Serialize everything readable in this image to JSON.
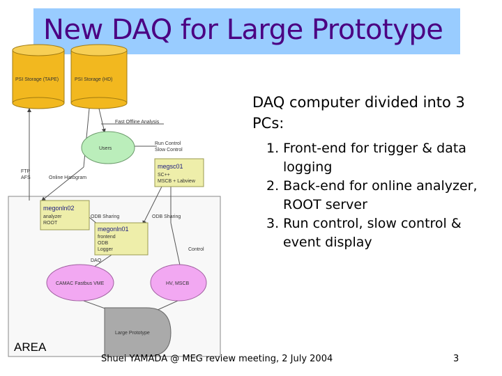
{
  "title": "New DAQ for Large Prototype",
  "diagram": {
    "storage": [
      "PSI Storage (TAPE)",
      "PSI Storage (HD)"
    ],
    "fast_offline": "Fast Offline Analysis",
    "users": "Users",
    "run_control": [
      "Run Control",
      "Slow Control"
    ],
    "megsc01": {
      "name": "megsc01",
      "lines": [
        "SC++",
        "MSCB + Labview"
      ]
    },
    "ftp": [
      "FTP",
      "AFS"
    ],
    "online_histogram": "Online Histogram",
    "megonln02": {
      "name": "megonln02",
      "lines": [
        "analyzer",
        "ROOT"
      ]
    },
    "odb_sharing_left": "ODB Sharing",
    "odb_sharing_right": "ODB Sharing",
    "megonln01": {
      "name": "megonln01",
      "lines": [
        "frontend",
        "ODB",
        "Logger"
      ]
    },
    "control": "Control",
    "daq": "DAQ",
    "camac": "CAMAC Fastbus VME",
    "hv": "HV, MSCB",
    "large_prototype": "Large Prototype",
    "area": "AREA"
  },
  "bullets": {
    "main": "DAQ computer divided into 3 PCs:",
    "items": [
      "1. Front-end for trigger & data logging",
      "2. Back-end for online analyzer, ROOT server",
      "3. Run control, slow control & event display"
    ]
  },
  "footer": "Shuei YAMADA @ MEG review meeting, 2 July 2004",
  "page": "3"
}
